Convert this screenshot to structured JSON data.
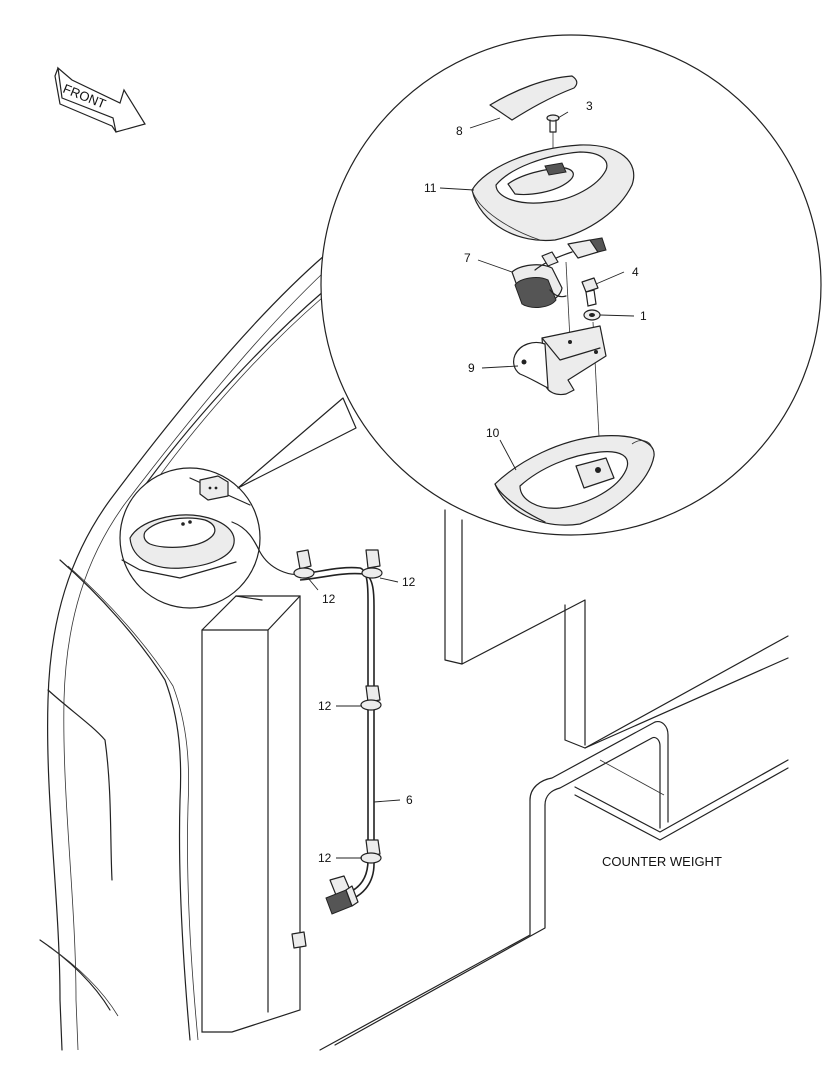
{
  "diagram": {
    "front_label": "FRONT",
    "counterweight_label": "COUNTER WEIGHT",
    "callouts": {
      "p1": "1",
      "p3": "3",
      "p4": "4",
      "p6": "6",
      "p7": "7",
      "p8": "8",
      "p9": "9",
      "p10": "10",
      "p11": "11",
      "p12a": "12",
      "p12b": "12",
      "p12c": "12",
      "p12d": "12"
    }
  }
}
